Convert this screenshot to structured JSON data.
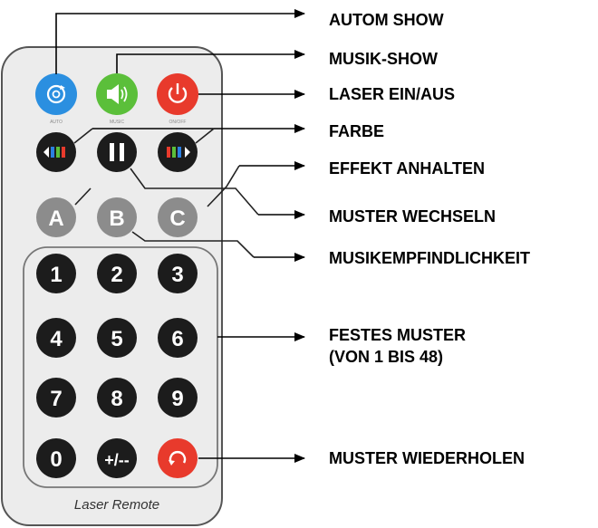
{
  "remote": {
    "brand": "Laser Remote",
    "top_row": {
      "auto": {
        "small_label": "AUTO",
        "color": "#2b8fe0",
        "icon": "auto-cycle-icon"
      },
      "music": {
        "small_label": "MUSIC",
        "color": "#5bbf3a",
        "icon": "speaker-icon"
      },
      "onoff": {
        "small_label": "ON/OFF",
        "color": "#e83a2c",
        "icon": "power-icon"
      }
    },
    "colors": {
      "dark_button": "#1c1c1c",
      "gray_button": "#8c8c8c",
      "repeat_button": "#e83a2c",
      "body": "#ececec"
    },
    "letter_row": [
      "A",
      "B",
      "C"
    ],
    "keypad": [
      "1",
      "2",
      "3",
      "4",
      "5",
      "6",
      "7",
      "8",
      "9",
      "0",
      "+/--"
    ]
  },
  "callouts": {
    "autom_show": "AUTOM SHOW",
    "musik_show": "MUSIK-SHOW",
    "laser_ein_aus": "LASER EIN/AUS",
    "farbe": "FARBE",
    "effekt_anhalten": "EFFEKT ANHALTEN",
    "muster_wechseln": "MUSTER WECHSELN",
    "musikempfindlichkeit": "MUSIKEMPFINDLICHKEIT",
    "festes_muster_line1": "FESTES MUSTER",
    "festes_muster_line2": "(VON 1 BIS 48)",
    "muster_wiederholen": "MUSTER WIEDERHOLEN"
  }
}
